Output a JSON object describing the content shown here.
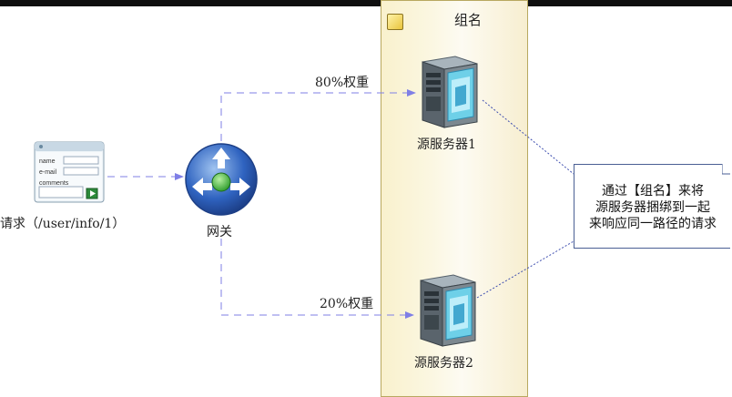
{
  "group": {
    "title": "组名"
  },
  "nodes": {
    "request": "请求（/user/info/1）",
    "gateway": "网关",
    "server1": "源服务器1",
    "server2": "源服务器2"
  },
  "edges": {
    "weight_top": "80%权重",
    "weight_bottom": "20%权重"
  },
  "note": {
    "text": "通过【组名】来将\n源服务器捆绑到一起\n来响应同一路径的请求"
  },
  "form_icon": {
    "field1": "name",
    "field2": "e-mail",
    "field3": "comments"
  },
  "colors": {
    "arrow": "#7f7fe6",
    "note_line": "#4050b0",
    "group_fill": "#f9f1cd",
    "group_border": "#b8a860"
  }
}
